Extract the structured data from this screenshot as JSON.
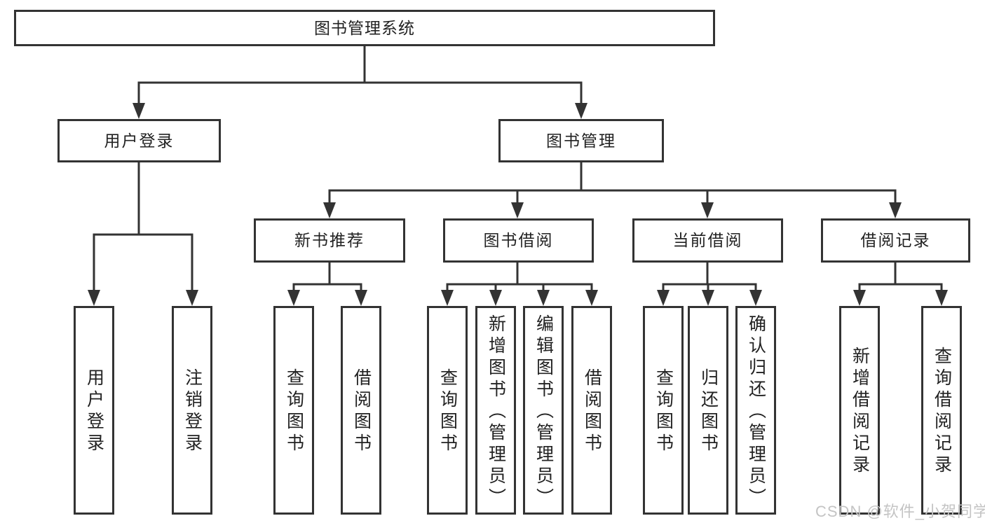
{
  "diagram": {
    "type": "hierarchy-tree",
    "root": {
      "label": "图书管理系统"
    },
    "level2": [
      {
        "id": "user-login",
        "label": "用户登录",
        "children": [
          "用户登录",
          "注销登录"
        ]
      },
      {
        "id": "book-management",
        "label": "图书管理",
        "children": [
          "新书推荐",
          "图书借阅",
          "当前借阅",
          "借阅记录"
        ]
      }
    ],
    "level3": [
      {
        "id": "new-book-recommendation",
        "label": "新书推荐",
        "children": [
          "查询图书",
          "借阅图书"
        ]
      },
      {
        "id": "book-borrowing",
        "label": "图书借阅",
        "children": [
          "查询图书",
          "新增图书（管理员）",
          "编辑图书（管理员）",
          "借阅图书"
        ]
      },
      {
        "id": "current-borrowing",
        "label": "当前借阅",
        "children": [
          "查询图书",
          "归还图书",
          "确认归还（管理员）"
        ]
      },
      {
        "id": "borrowing-records",
        "label": "借阅记录",
        "children": [
          "新增借阅记录",
          "查询借阅记录"
        ]
      }
    ]
  },
  "watermark": {
    "text": "CSDN @软件_小贺同学"
  },
  "colors": {
    "background": "#ffffff",
    "box_border": "#333333",
    "line": "#333333",
    "text": "#222222",
    "watermark": "#c4c4c4"
  }
}
